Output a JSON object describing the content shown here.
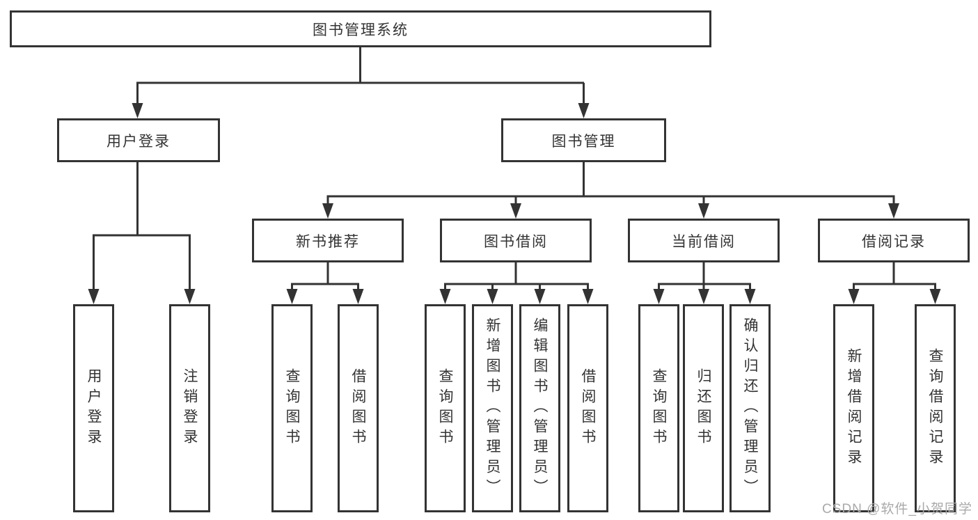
{
  "diagram_type": "hierarchy-tree",
  "tree": {
    "label": "图书管理系统",
    "children": [
      {
        "label": "用户登录",
        "children": [
          {
            "label": "用户登录"
          },
          {
            "label": "注销登录"
          }
        ]
      },
      {
        "label": "图书管理",
        "children": [
          {
            "label": "新书推荐",
            "children": [
              {
                "label": "查询图书"
              },
              {
                "label": "借阅图书"
              }
            ]
          },
          {
            "label": "图书借阅",
            "children": [
              {
                "label": "查询图书"
              },
              {
                "label": "新增图书（管理员）"
              },
              {
                "label": "编辑图书（管理员）"
              },
              {
                "label": "借阅图书"
              }
            ]
          },
          {
            "label": "当前借阅",
            "children": [
              {
                "label": "查询图书"
              },
              {
                "label": "归还图书"
              },
              {
                "label": "确认归还（管理员）"
              }
            ]
          },
          {
            "label": "借阅记录",
            "children": [
              {
                "label": "新增借阅记录"
              },
              {
                "label": "查询借阅记录"
              }
            ]
          }
        ]
      }
    ]
  },
  "watermark": {
    "text": "CSDN @软件_小贺同学"
  },
  "colors": {
    "line": "#333333",
    "box_border": "#333333",
    "text": "#333333",
    "watermark_text": "#a9a9a9",
    "background": "#ffffff"
  }
}
